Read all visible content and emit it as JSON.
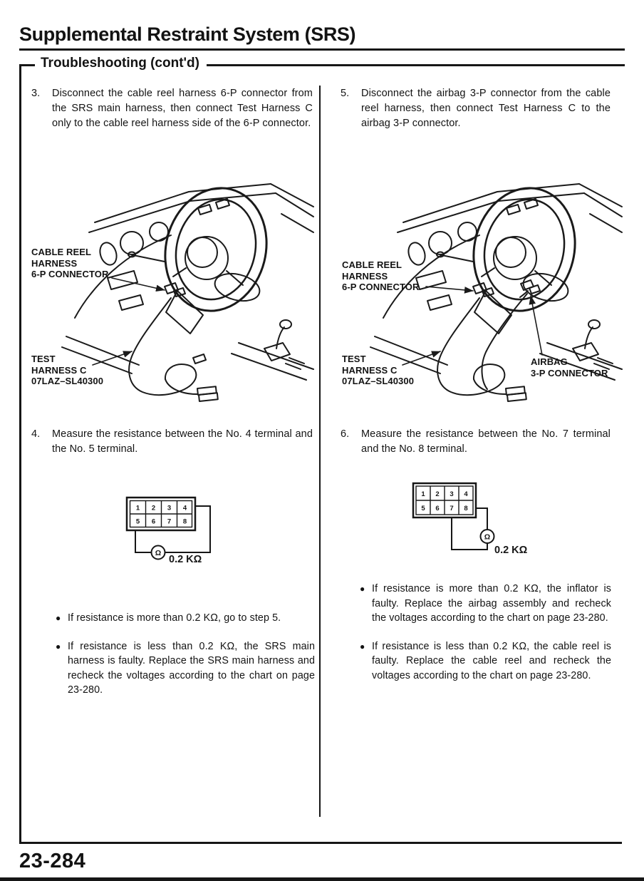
{
  "page": {
    "title": "Supplemental Restraint System (SRS)",
    "section": "Troubleshooting (cont'd)",
    "page_number": "23-284"
  },
  "ui": {
    "bullet_char": "●"
  },
  "left": {
    "step3_num": "3.",
    "step3_text": "Disconnect the cable reel harness 6-P connector from the SRS main harness, then connect Test Harness C only to the cable reel harness side of the 6-P connector.",
    "label_cable_reel": "CABLE REEL\nHARNESS\n6-P CONNECTOR",
    "label_test_harness": "TEST\nHARNESS C\n07LAZ–SL40300",
    "step4_num": "4.",
    "step4_text": "Measure the resistance between the No. 4 terminal and the No. 5 terminal.",
    "meter": {
      "row1": [
        "1",
        "2",
        "3",
        "4"
      ],
      "row2": [
        "5",
        "6",
        "7",
        "8"
      ],
      "ohm_symbol": "Ω",
      "value": "0.2 KΩ"
    },
    "bullets": [
      "If resistance is more than 0.2 KΩ, go to step 5.",
      "If resistance is less than 0.2 KΩ, the SRS main harness is faulty. Replace the SRS main harness and recheck the voltages according to the chart on page 23-280."
    ]
  },
  "right": {
    "step5_num": "5.",
    "step5_text": "Disconnect the airbag 3-P connector from the cable reel harness, then connect Test Harness C to the airbag 3-P connector.",
    "label_cable_reel": "CABLE REEL\nHARNESS\n6-P CONNECTOR",
    "label_test_harness": "TEST\nHARNESS C\n07LAZ–SL40300",
    "label_airbag": "AIRBAG\n3-P CONNECTOR",
    "step6_num": "6.",
    "step6_text": "Measure the resistance between the No. 7 terminal and the No. 8 terminal.",
    "meter": {
      "row1": [
        "1",
        "2",
        "3",
        "4"
      ],
      "row2": [
        "5",
        "6",
        "7",
        "8"
      ],
      "ohm_symbol": "Ω",
      "value": "0.2 KΩ"
    },
    "bullets": [
      "If resistance is more than 0.2 KΩ, the inflator is faulty. Replace the airbag assembly and recheck the voltages according to the chart on page 23-280.",
      "If resistance is less than 0.2 KΩ, the cable reel is faulty. Replace the cable reel and recheck the voltages according to the chart on page 23-280."
    ]
  }
}
